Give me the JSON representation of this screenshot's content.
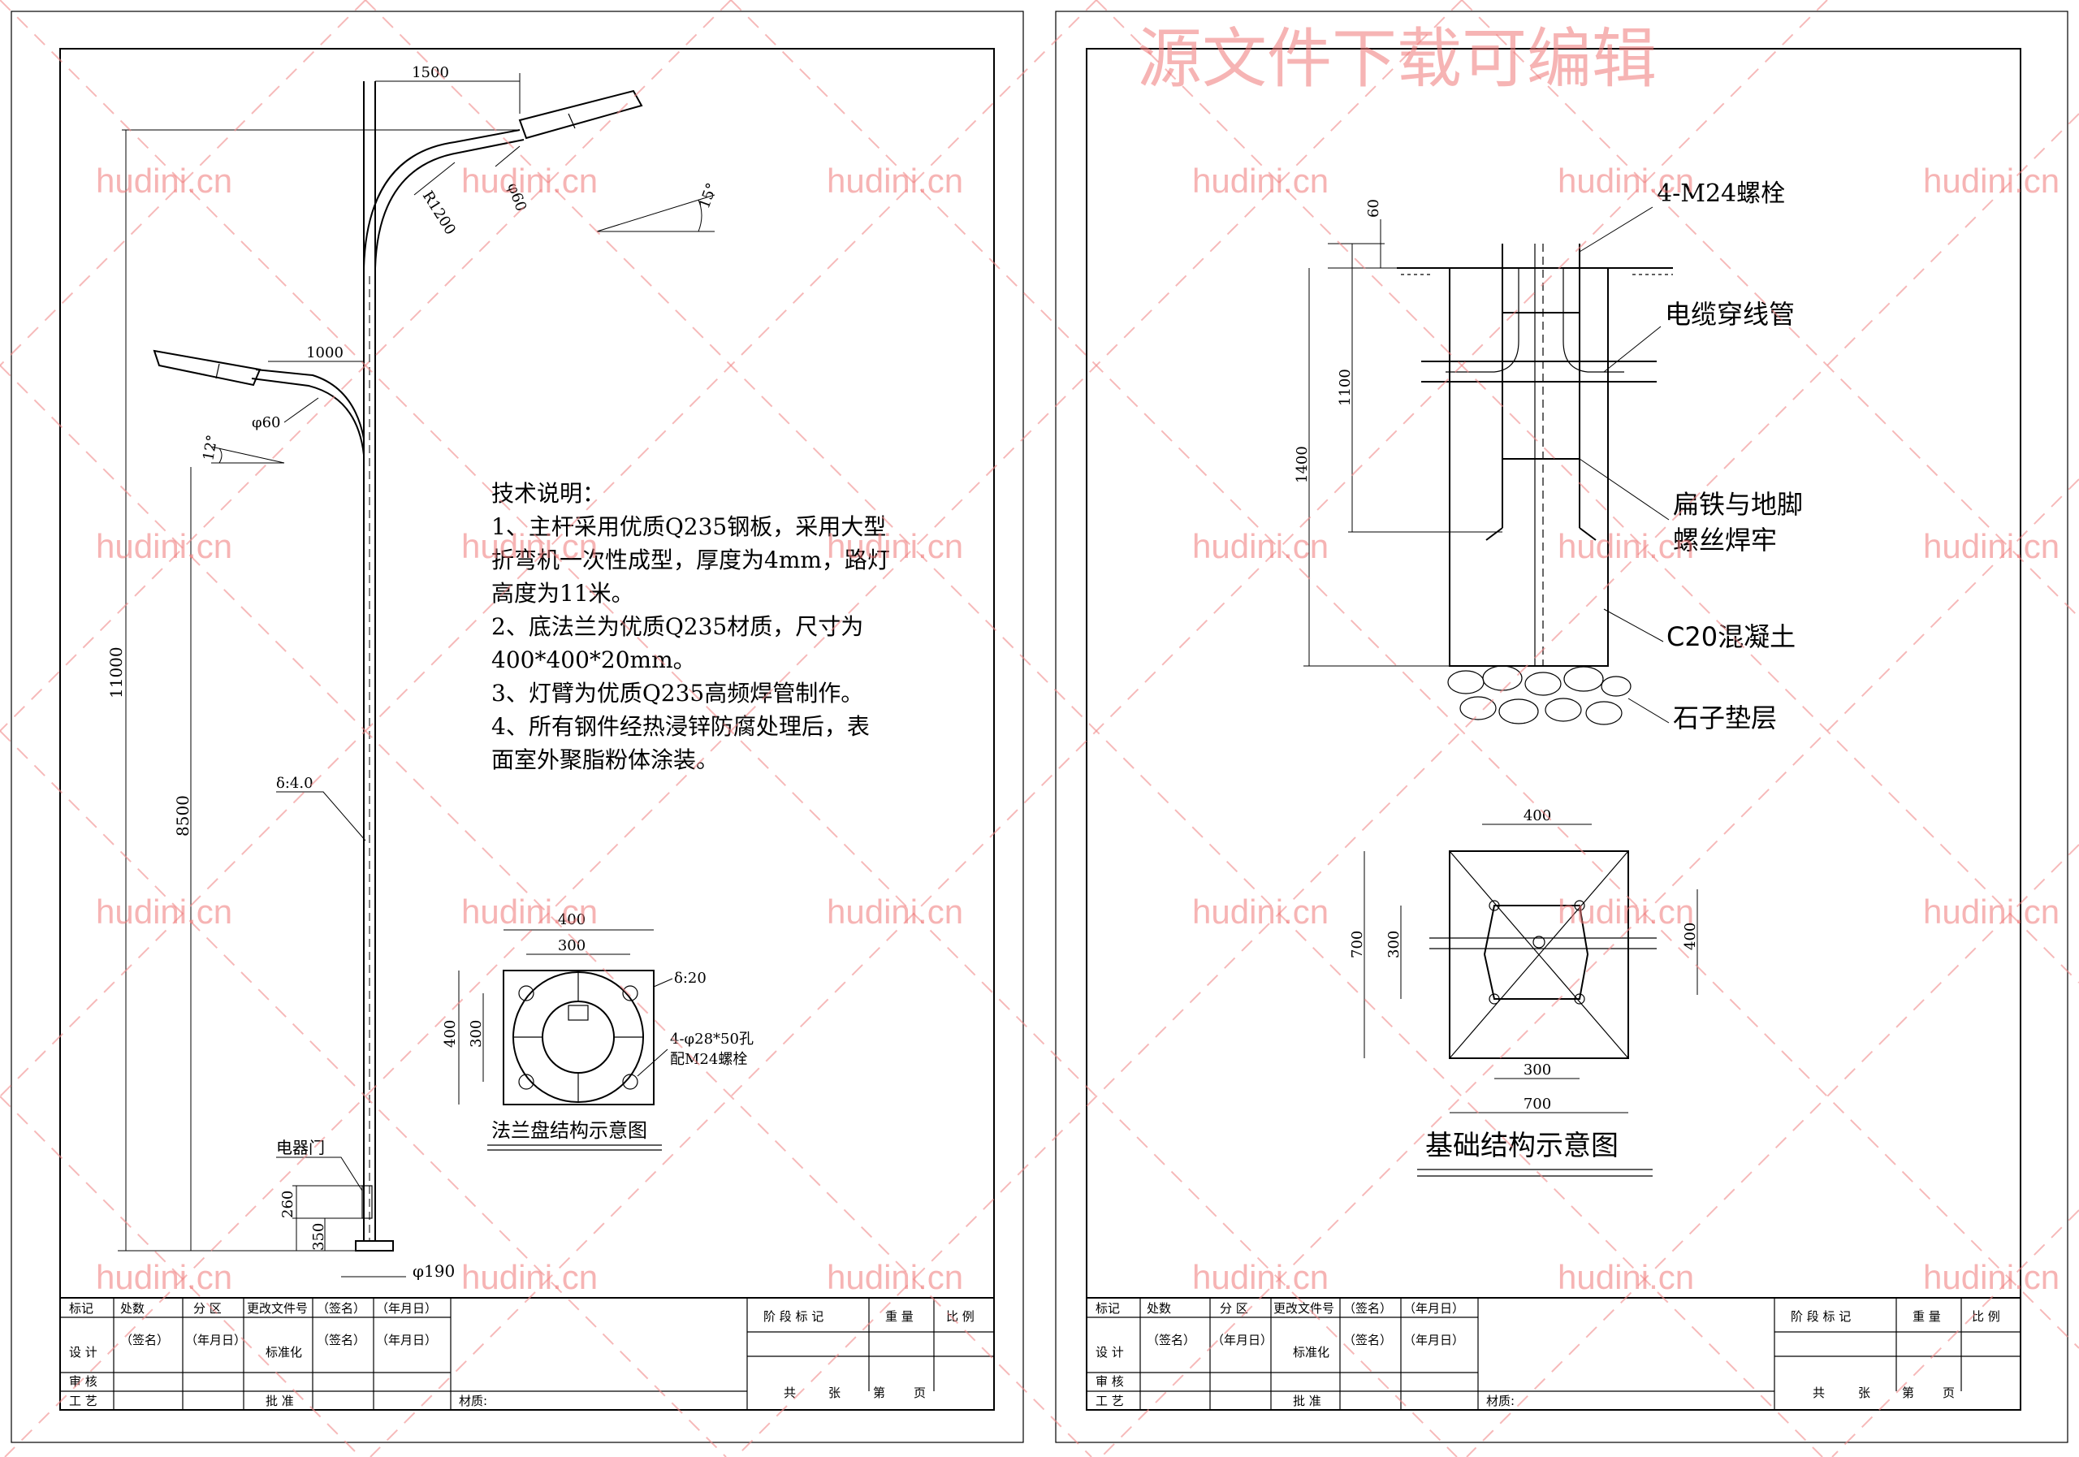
{
  "watermark": {
    "site": "hudini.cn",
    "banner": "源文件下载可编辑"
  },
  "left_sheet": {
    "dims": {
      "arm_upper_len": "1500",
      "arm_lower_len": "1000",
      "pipe_upper": "φ60",
      "pipe_lower": "φ60",
      "radius": "R1200",
      "angle_upper": "15°",
      "angle_lower": "12°",
      "total_height": "11000",
      "lower_height": "8500",
      "wall": "δ:4.0",
      "door_label": "电器门",
      "door_h": "260",
      "door_base": "350",
      "base_dia": "φ190"
    },
    "notes": {
      "title": "技术说明：",
      "lines": [
        "1、主杆采用优质Q235钢板，采用大型",
        "折弯机一次性成型，厚度为4mm，路灯",
        "高度为11米。",
        "2、底法兰为优质Q235材质，尺寸为",
        "400*400*20mm。",
        "3、灯臂为优质Q235高频焊管制作。",
        "4、所有钢件经热浸锌防腐处理后，表",
        "面室外聚脂粉体涂装。"
      ]
    },
    "flange": {
      "w_outer": "400",
      "w_inner": "300",
      "h_outer": "400",
      "h_inner": "300",
      "thickness": "δ:20",
      "holes": "4-φ28*50孔",
      "bolts": "配M24螺栓",
      "caption": "法兰盘结构示意图"
    }
  },
  "right_sheet": {
    "section": {
      "bolt_label": "4-M24螺栓",
      "top_dim": "60",
      "mid_dim": "1100",
      "full_dim": "1400",
      "cable_label": "电缆穿线管",
      "weld_label_1": "扁铁与地脚",
      "weld_label_2": "螺丝焊牢",
      "concrete_label": "C20混凝土",
      "gravel_label": "石子垫层"
    },
    "plan": {
      "top": "400",
      "left_outer": "700",
      "left_inner": "300",
      "right": "400",
      "bottom_inner": "300",
      "bottom_outer": "700",
      "caption": "基础结构示意图"
    }
  },
  "title_block": {
    "row1": [
      "标记",
      "处数",
      "分 区",
      "更改文件号",
      "（签名）",
      "（年月日）"
    ],
    "row2": [
      "设 计",
      "（签名）",
      "（年月日）",
      "标准化",
      "（签名）",
      "（年月日）"
    ],
    "row3": [
      "审 核"
    ],
    "row4": [
      "工 艺",
      "批 准"
    ],
    "material": "材质:",
    "stage_header": [
      "阶 段 标 记",
      "重 量",
      "比 例"
    ],
    "pages": [
      "共",
      "张",
      "第",
      "页"
    ]
  }
}
